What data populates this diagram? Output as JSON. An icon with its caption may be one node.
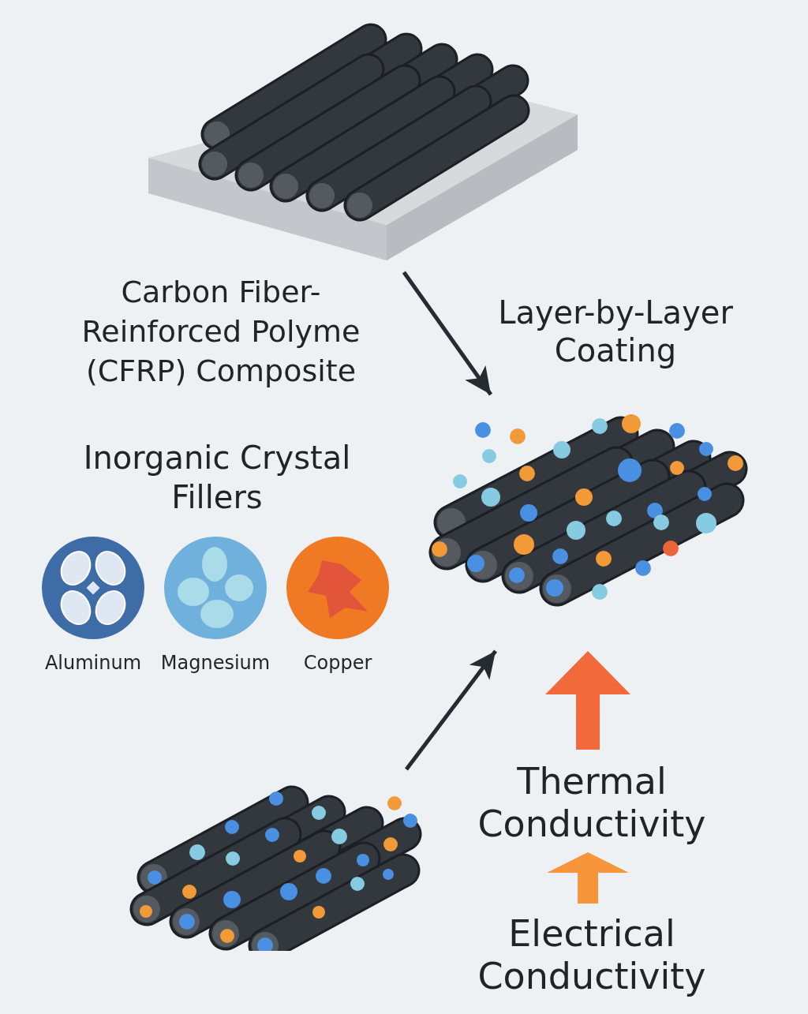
{
  "diagram": {
    "nodes": [
      {
        "text": [],
        "shape": "picture",
        "beside": [
          "Carbon Fiber-Reinforced Polyme (CFRP) Composite"
        ]
      },
      {
        "text": [],
        "shape": "picture"
      },
      {
        "text": [],
        "shape": "picture"
      },
      {
        "text": [
          "Thermal Conductivity"
        ]
      },
      {
        "text": [
          "Electrical Conductivity"
        ]
      }
    ],
    "edges": [
      {
        "from": 0,
        "to": 1,
        "arrow": "to"
      },
      {
        "from": 2,
        "to": 1,
        "arrow": "to"
      },
      {
        "from": 3,
        "to": 1,
        "arrow": "to",
        "style": "thick",
        "color": "#f26a3b"
      },
      {
        "from": 4,
        "to": 3,
        "arrow": "to",
        "style": "thick",
        "color": "#f7953b"
      }
    ],
    "labels": [
      "Layer-by-Layer Coating",
      "Inorganic Crystal Fillers",
      "Aluminum",
      "Magnesium",
      "Copper"
    ]
  }
}
